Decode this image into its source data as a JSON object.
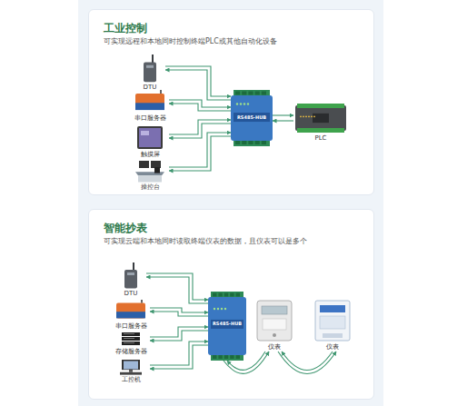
{
  "diagram": {
    "nodes": [
      {
        "text": [
          "工业控制",
          "可实现远程和本地同时控制终端PLC或其他自动化设备"
        ]
      },
      {
        "text": [
          "DTU"
        ],
        "in": 0
      },
      {
        "text": [
          "串口服务器"
        ],
        "in": 0
      },
      {
        "text": [
          "触摸屏"
        ],
        "in": 0
      },
      {
        "text": [
          "操控台"
        ],
        "in": 0
      },
      {
        "text": [
          "RS485-HUB"
        ],
        "in": 0
      },
      {
        "text": [
          "PLC"
        ],
        "in": 0
      },
      {
        "text": [
          "智能抄表",
          "可实现云端和本地同时读取终端仪表的数据，且仪表可以是多个"
        ]
      },
      {
        "text": [
          "DTU"
        ],
        "in": 7
      },
      {
        "text": [
          "串口服务器"
        ],
        "in": 7
      },
      {
        "text": [
          "存储服务器"
        ],
        "in": 7
      },
      {
        "text": [
          "工控机"
        ],
        "in": 7
      },
      {
        "text": [
          "RS485-HUB"
        ],
        "in": 7
      },
      {
        "text": [
          "仪表"
        ],
        "in": 7
      },
      {
        "text": [
          "仪表"
        ],
        "in": 7
      }
    ],
    "edges": [
      {
        "from": 1,
        "to": 5,
        "arrow": "to"
      },
      {
        "from": 5,
        "to": 1,
        "arrow": "to"
      },
      {
        "from": 2,
        "to": 5,
        "arrow": "to"
      },
      {
        "from": 5,
        "to": 2,
        "arrow": "to"
      },
      {
        "from": 3,
        "to": 5,
        "arrow": "to"
      },
      {
        "from": 5,
        "to": 3,
        "arrow": "to"
      },
      {
        "from": 4,
        "to": 5,
        "arrow": "to"
      },
      {
        "from": 5,
        "to": 4,
        "arrow": "to"
      },
      {
        "from": 5,
        "to": 6,
        "arrow": "to"
      },
      {
        "from": 6,
        "to": 5,
        "arrow": "to"
      },
      {
        "from": 8,
        "to": 12,
        "arrow": "to"
      },
      {
        "from": 12,
        "to": 8,
        "arrow": "to"
      },
      {
        "from": 9,
        "to": 12,
        "arrow": "to"
      },
      {
        "from": 12,
        "to": 9,
        "arrow": "to"
      },
      {
        "from": 10,
        "to": 12,
        "arrow": "to"
      },
      {
        "from": 12,
        "to": 10,
        "arrow": "to"
      },
      {
        "from": 11,
        "to": 12,
        "arrow": "to"
      },
      {
        "from": 12,
        "to": 11,
        "arrow": "to"
      },
      {
        "from": 12,
        "to": 13,
        "arrow": "to"
      },
      {
        "from": 13,
        "to": 12,
        "arrow": "to"
      },
      {
        "from": 13,
        "to": 14,
        "arrow": "to"
      },
      {
        "from": 14,
        "to": 13,
        "arrow": "to"
      }
    ]
  }
}
